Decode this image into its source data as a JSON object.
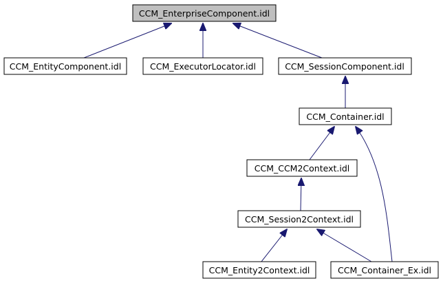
{
  "diagram": {
    "nodes": {
      "enterprise": {
        "label": "CCM_EnterpriseComponent.idl",
        "fill": "#bfbfbf"
      },
      "entity": {
        "label": "CCM_EntityComponent.idl",
        "fill": "#ffffff"
      },
      "executor": {
        "label": "CCM_ExecutorLocator.idl",
        "fill": "#ffffff"
      },
      "session": {
        "label": "CCM_SessionComponent.idl",
        "fill": "#ffffff"
      },
      "container": {
        "label": "CCM_Container.idl",
        "fill": "#ffffff"
      },
      "ccm2context": {
        "label": "CCM_CCM2Context.idl",
        "fill": "#ffffff"
      },
      "session2context": {
        "label": "CCM_Session2Context.idl",
        "fill": "#ffffff"
      },
      "entity2context": {
        "label": "CCM_Entity2Context.idl",
        "fill": "#ffffff"
      },
      "container_ex": {
        "label": "CCM_Container_Ex.idl",
        "fill": "#ffffff"
      }
    },
    "edges": [
      {
        "from": "entity",
        "to": "enterprise"
      },
      {
        "from": "executor",
        "to": "enterprise"
      },
      {
        "from": "session",
        "to": "enterprise"
      },
      {
        "from": "container",
        "to": "session"
      },
      {
        "from": "ccm2context",
        "to": "container"
      },
      {
        "from": "container_ex",
        "to": "container"
      },
      {
        "from": "session2context",
        "to": "ccm2context"
      },
      {
        "from": "entity2context",
        "to": "session2context"
      },
      {
        "from": "container_ex",
        "to": "session2context"
      }
    ],
    "arrow_color": "#191970"
  }
}
